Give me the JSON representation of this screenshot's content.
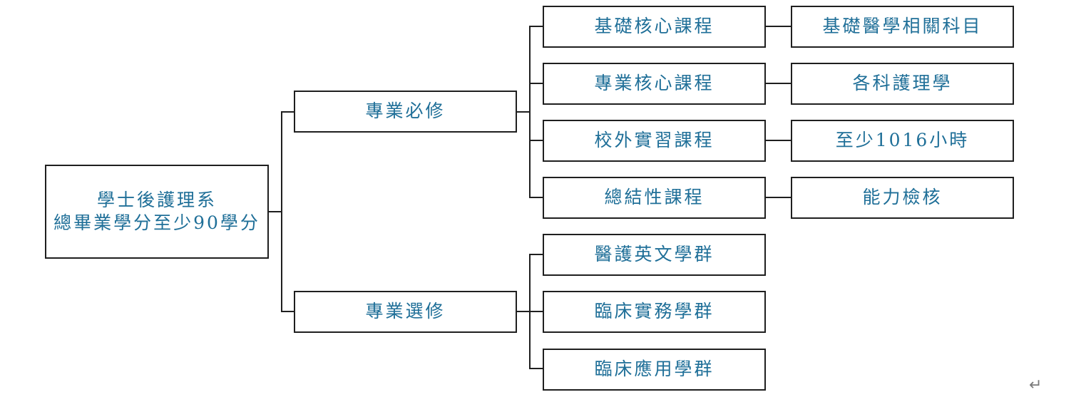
{
  "root": {
    "line1": "學士後護理系",
    "line2": "總畢業學分至少90學分"
  },
  "required": {
    "label": "專業必修",
    "courses": [
      {
        "label": "基礎核心課程",
        "detail": "基礎醫學相關科目"
      },
      {
        "label": "專業核心課程",
        "detail": "各科護理學"
      },
      {
        "label": "校外實習課程",
        "detail": "至少1016小時"
      },
      {
        "label": "總結性課程",
        "detail": "能力檢核"
      }
    ]
  },
  "elective": {
    "label": "專業選修",
    "groups": [
      {
        "label": "醫護英文學群"
      },
      {
        "label": "臨床實務學群"
      },
      {
        "label": "臨床應用學群"
      }
    ]
  },
  "paragraph_mark": "↵",
  "colors": {
    "text": "#1f6f98",
    "border": "#1f1f1f"
  }
}
